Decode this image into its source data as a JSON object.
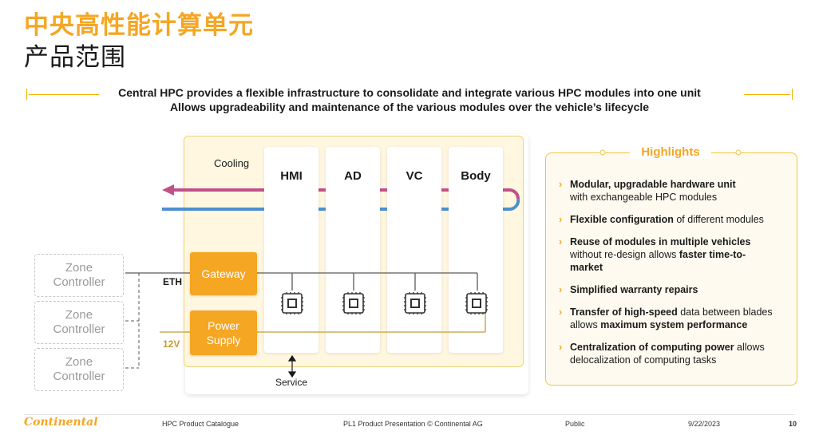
{
  "header": {
    "title_cn": "中央高性能计算单元",
    "subtitle_cn": "产品范围",
    "banner_line1": "Central HPC provides a flexible infrastructure to consolidate and integrate various HPC modules into one unit",
    "banner_line2": "Allows upgradeability and maintenance of the various modules over the vehicle’s lifecycle"
  },
  "diagram": {
    "cooling_label": "Cooling",
    "modules": [
      "HMI",
      "AD",
      "VC",
      "Body"
    ],
    "gateway_label": "Gateway",
    "power_supply_label_1": "Power",
    "power_supply_label_2": "Supply",
    "eth_label": "ETH",
    "v12_label": "12V",
    "service_label": "Service",
    "zone_controller_line1": "Zone",
    "zone_controller_line2": "Controller",
    "colors": {
      "accent": "#f5a623",
      "cooling_hot": "#c0508a",
      "cooling_cold": "#4b8fd0",
      "frame_bg": "#fff7e0",
      "line_dark": "#5a5a5a",
      "power_line": "#c89a3a"
    }
  },
  "highlights": {
    "title": "Highlights",
    "items": [
      {
        "bold1": "Modular, upgradable hardware unit",
        "rest1": "",
        "line2": "with exchangeable HPC modules"
      },
      {
        "bold1": "Flexible configuration",
        "rest1": " of different modules",
        "line2": ""
      },
      {
        "bold1": "Reuse of modules in multiple vehicles",
        "rest1": "",
        "line2a": "without re-design allows ",
        "line2b": "faster time-to-",
        "line3": "market"
      },
      {
        "bold1": "Simplified warranty repairs",
        "rest1": "",
        "line2": ""
      },
      {
        "pre1": "",
        "bold1": "Transfer of high-speed",
        "rest1": " data between blades",
        "line2a": "allows ",
        "line2b": "maximum system performance"
      },
      {
        "bold1": "Centralization of computing power",
        "rest1": " allows",
        "line2": "delocalization of computing tasks"
      }
    ]
  },
  "footer": {
    "logo": "Continental",
    "catalogue": "HPC Product Catalogue",
    "presentation": "PL1 Product Presentation © Continental AG",
    "classification": "Public",
    "date": "9/22/2023",
    "page": "10"
  }
}
